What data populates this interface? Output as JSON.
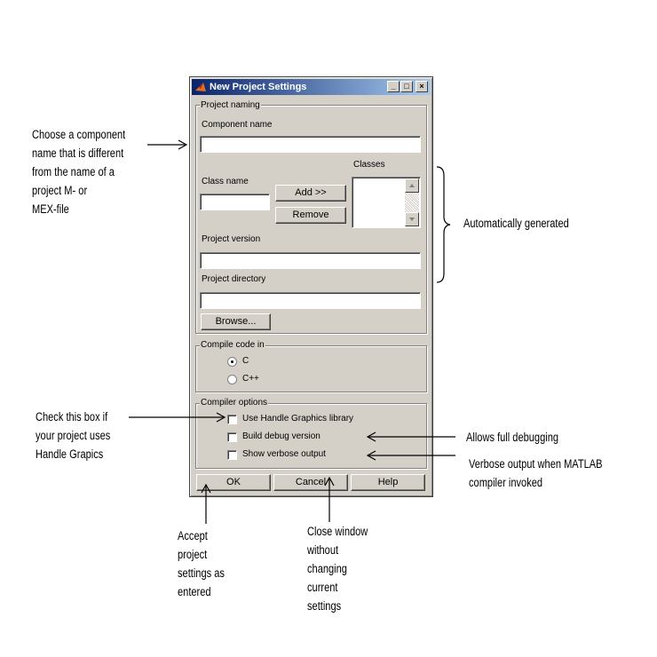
{
  "window": {
    "title": "New Project Settings",
    "min_glyph": "_",
    "max_glyph": "□",
    "close_glyph": "×"
  },
  "project_naming": {
    "legend": "Project naming",
    "component_name_label": "Component name",
    "component_name_value": "",
    "classes_label": "Classes",
    "class_name_label": "Class name",
    "class_name_value": "",
    "add_button": "Add >>",
    "remove_button": "Remove",
    "project_version_label": "Project version",
    "project_version_value": "",
    "project_directory_label": "Project directory",
    "project_directory_value": "",
    "browse_button": "Browse..."
  },
  "compile_code": {
    "legend": "Compile code in",
    "options": [
      {
        "label": "C",
        "selected": true
      },
      {
        "label": "C++",
        "selected": false
      }
    ]
  },
  "compiler_options": {
    "legend": "Compiler options",
    "items": [
      {
        "label": "Use Handle Graphics library",
        "checked": false
      },
      {
        "label": "Build debug version",
        "checked": false
      },
      {
        "label": "Show verbose output",
        "checked": false
      }
    ]
  },
  "footer": {
    "ok": "OK",
    "cancel": "Cancel",
    "help": "Help"
  },
  "annotations": {
    "component": [
      "Choose a component",
      "name that is different",
      "from the name of a",
      "project M- or",
      "MEX-file"
    ],
    "auto": [
      "Automatically generated"
    ],
    "handle": [
      "Check this box if",
      "your project uses",
      "Handle Grapics"
    ],
    "debug": [
      "Allows full debugging"
    ],
    "verbose": [
      "Verbose output when MATLAB",
      "compiler invoked"
    ],
    "ok": [
      "Accept",
      "project",
      "settings as",
      "entered"
    ],
    "cancel": [
      "Close window",
      "without",
      "changing",
      "current",
      "settings"
    ]
  },
  "colors": {
    "dialog_face": "#d4d0c8",
    "title_start": "#0a246a",
    "title_end": "#a6caf0"
  }
}
